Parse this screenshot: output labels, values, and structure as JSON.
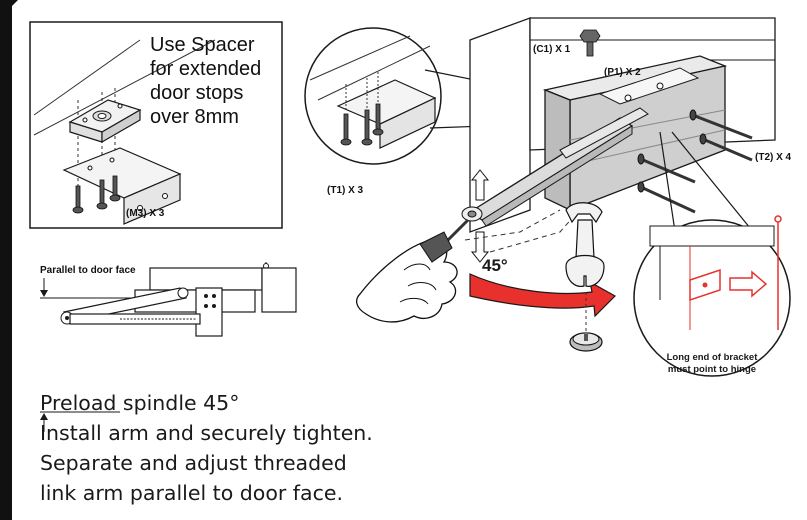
{
  "spacer_note": [
    "Use Spacer",
    "for extended",
    "door stops",
    "over 8mm"
  ],
  "parts": {
    "m3": "(M3) X 3",
    "t1": "(T1) X 3",
    "c1": "(C1) X 1",
    "p1": "(P1) X 2",
    "t2": "(T2) X 4"
  },
  "parallel_label": "Parallel to door face",
  "angle_label": "45°",
  "bracket_callout": [
    "Long end of bracket",
    "must point to hinge"
  ],
  "instructions": [
    "Preload spindle 45°",
    "Install arm and securely tighten.",
    "Separate and adjust threaded",
    "link arm parallel to door face."
  ],
  "colors": {
    "accent": "#e8312c",
    "outline": "#1a1a1a",
    "metal": "#d9d9d9"
  }
}
